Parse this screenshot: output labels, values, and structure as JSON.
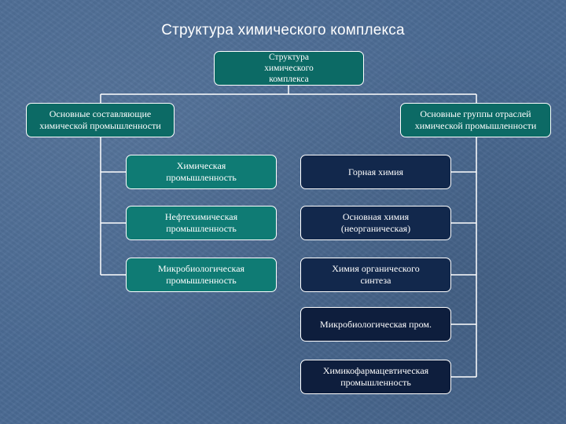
{
  "title": "Структура химического комплекса",
  "colors": {
    "background": "#4a6a93",
    "teal": "#0f7b74",
    "navy": "#12284c",
    "border": "#ffffff"
  },
  "root": "Структура\nхимического\nкомплекса",
  "left_header": "Основные составляющие\nхимической промышленности",
  "right_header": "Основные группы отраслей\nхимической промышленности",
  "left_items": [
    "Химическая\nпромышленность",
    "Нефтехимическая\nпромышленность",
    "Микробиологическая\nпромышленность"
  ],
  "right_items": [
    "Горная химия",
    "Основная химия\n(неорганическая)",
    "Химия органического\nсинтеза",
    "Микробиологическая пром.",
    "Химикофармацевтическая\nпромышленность"
  ]
}
